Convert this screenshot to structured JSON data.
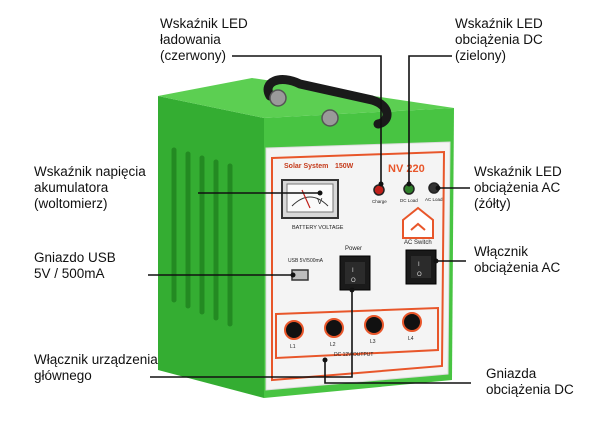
{
  "labels": {
    "led_charge": [
      "Wskaźnik LED",
      "ładowania",
      "(czerwony)"
    ],
    "led_dc": [
      "Wskaźnik LED",
      "obciążenia DC",
      "(zielony)"
    ],
    "voltmeter": [
      "Wskaźnik napięcia",
      "akumulatora",
      "(woltomierz)"
    ],
    "led_ac": [
      "Wskaźnik LED",
      "obciążenia AC",
      "(żółty)"
    ],
    "usb": [
      "Gniazdo USB",
      "5V / 500mA"
    ],
    "ac_switch": [
      "Włącznik",
      "obciążenia AC"
    ],
    "main_switch": [
      "Włącznik urządzenia",
      "głównego"
    ],
    "dc_outputs": [
      "Gniazda",
      "obciążenia DC"
    ]
  },
  "panel": {
    "brand": "Solar System",
    "power": "150W",
    "model": "NV 220",
    "meter_caption": "BATTERY VOLTAGE",
    "meter_unit": "V",
    "led_charge": "Charge",
    "led_dc": "DC Load",
    "led_ac": "AC Load",
    "usb_caption": "USB 5V/500mA",
    "power_caption": "Power",
    "ac_switch_caption": "AC Switch",
    "dc_output_caption": "DC 12V OUTPUT",
    "outputs": [
      "L1",
      "L2",
      "L3",
      "L4"
    ],
    "switch_on": "I",
    "switch_off": "O"
  },
  "colors": {
    "housing": "#3fbf3a",
    "housing_dark": "#2c9a2a",
    "panel_face": "#f4f4f4",
    "panel_border": "#e8562a",
    "led_charge": "#c0201a",
    "led_dc": "#2f7f2a",
    "led_ac": "#333333"
  }
}
